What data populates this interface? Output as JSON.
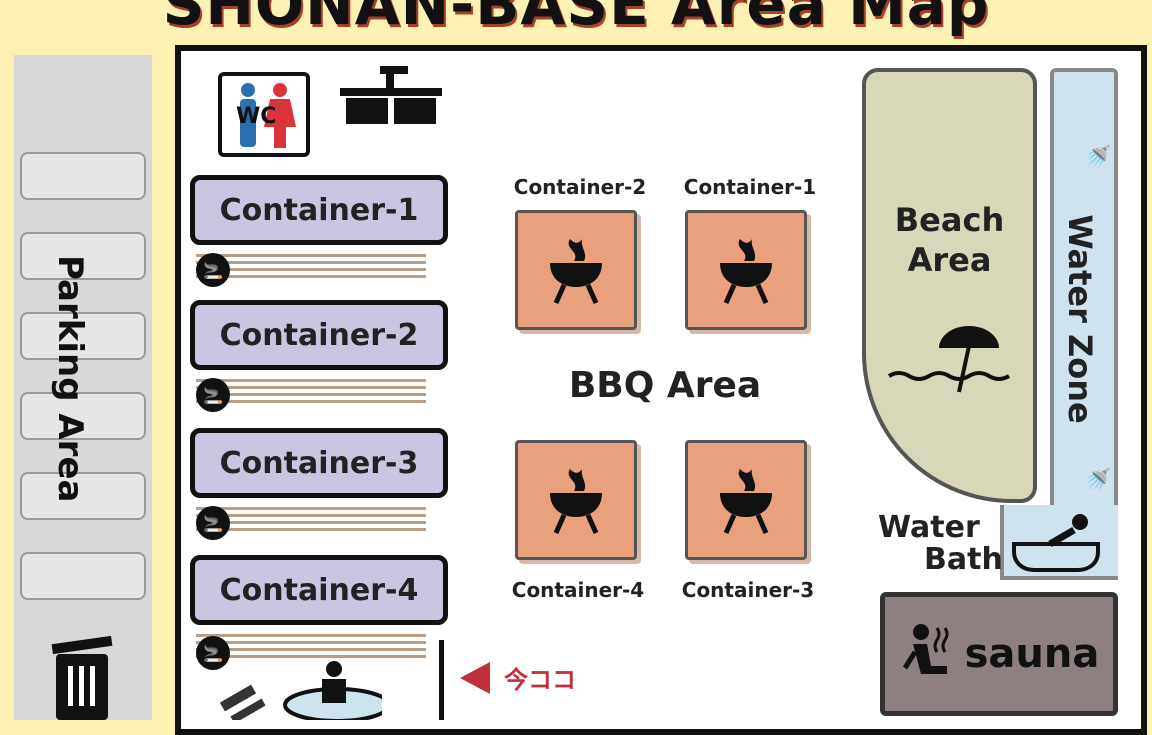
{
  "title": "SHONAN-BASE Area Map",
  "parking": {
    "label": "Parking Area"
  },
  "containers_left": [
    "Container-1",
    "Container-2",
    "Container-3",
    "Container-4"
  ],
  "bbq": {
    "label": "BBQ Area",
    "grills": [
      {
        "label": "Container-2"
      },
      {
        "label": "Container-1"
      },
      {
        "label": "Container-4"
      },
      {
        "label": "Container-3"
      }
    ]
  },
  "wc": {
    "label": "WC"
  },
  "beach": {
    "label_line1": "Beach",
    "label_line2": "Area"
  },
  "water_zone": {
    "label": "Water Zone"
  },
  "water_bath": {
    "line1": "Water",
    "line2": "Bath"
  },
  "sauna": {
    "label": "sauna"
  },
  "here": {
    "label": "今ココ"
  },
  "colors": {
    "background": "#fdf2b4",
    "container": "#cbc5e2",
    "grill": "#e9a07c",
    "beach": "#d9d7b9",
    "water": "#cfe3ee",
    "sauna": "#8e7f80",
    "here": "#c0303a"
  }
}
